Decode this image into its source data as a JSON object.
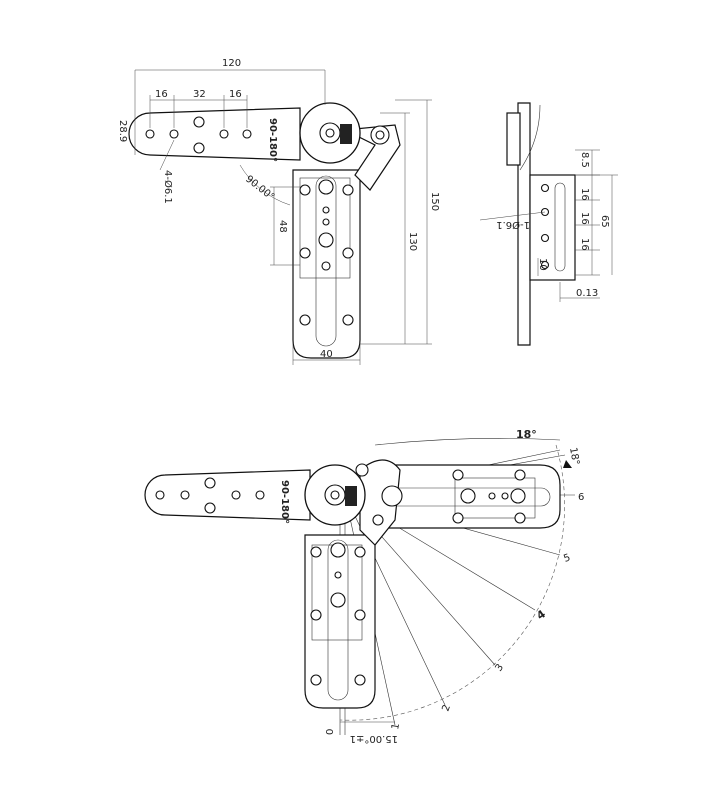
{
  "top_view": {
    "dim_width_total": "120",
    "dim_spacing_left": "16",
    "dim_spacing_mid": "32",
    "dim_spacing_right": "16",
    "dim_arm_height": "28.9",
    "dim_holes": "4-Ø6.1",
    "dim_angle": "90.00°",
    "dim_slot": "48",
    "dim_height_inner": "130",
    "dim_height_outer": "150",
    "dim_base_width": "40",
    "hub_label": "90-180°"
  },
  "side_view": {
    "dim_a": "8.5",
    "dim_b": "16",
    "dim_c": "16",
    "dim_d": "16",
    "dim_total": "65",
    "dim_e": "10",
    "dim_thickness": "0.13",
    "dim_holes": "1-Ø6.1"
  },
  "bottom_view": {
    "hub_label": "90-180°",
    "angle_outer": "18°",
    "angle_inner": "18°",
    "angle_base": "15.00°±1",
    "positions": [
      "0",
      "1",
      "2",
      "3",
      "4",
      "5",
      "6"
    ]
  }
}
